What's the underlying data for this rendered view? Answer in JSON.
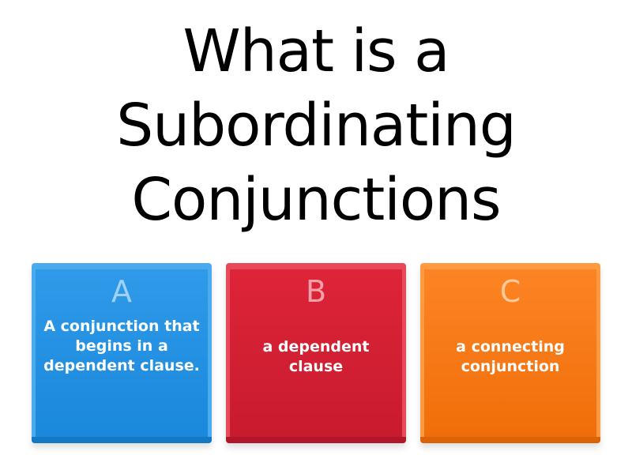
{
  "question": {
    "lines": [
      "What is a",
      "Subordinating",
      "Conjunctions"
    ]
  },
  "answers": [
    {
      "letter": "A",
      "text": "A conjunction that begins in a dependent clause.",
      "color": "#2f9ae8"
    },
    {
      "letter": "B",
      "text": "a dependent clause",
      "color": "#de2438"
    },
    {
      "letter": "C",
      "text": "a connecting conjunction",
      "color": "#fd8424"
    }
  ]
}
